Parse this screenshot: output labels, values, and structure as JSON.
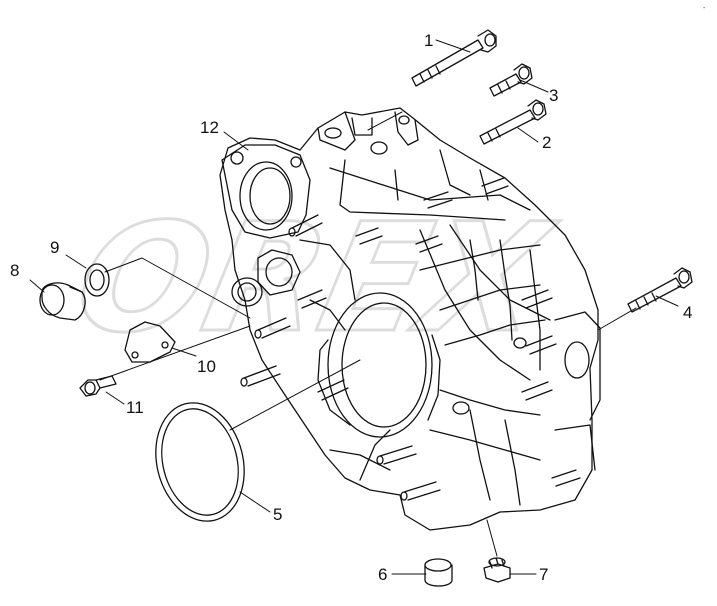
{
  "corner_mark": "-",
  "watermark": "OREX",
  "callouts": [
    {
      "id": "1",
      "text": "1"
    },
    {
      "id": "2",
      "text": "2"
    },
    {
      "id": "3",
      "text": "3"
    },
    {
      "id": "4",
      "text": "4"
    },
    {
      "id": "5",
      "text": "5"
    },
    {
      "id": "6",
      "text": "6"
    },
    {
      "id": "7",
      "text": "7"
    },
    {
      "id": "8",
      "text": "8"
    },
    {
      "id": "9",
      "text": "9"
    },
    {
      "id": "10",
      "text": "10"
    },
    {
      "id": "11",
      "text": "11"
    },
    {
      "id": "12",
      "text": "12"
    }
  ]
}
